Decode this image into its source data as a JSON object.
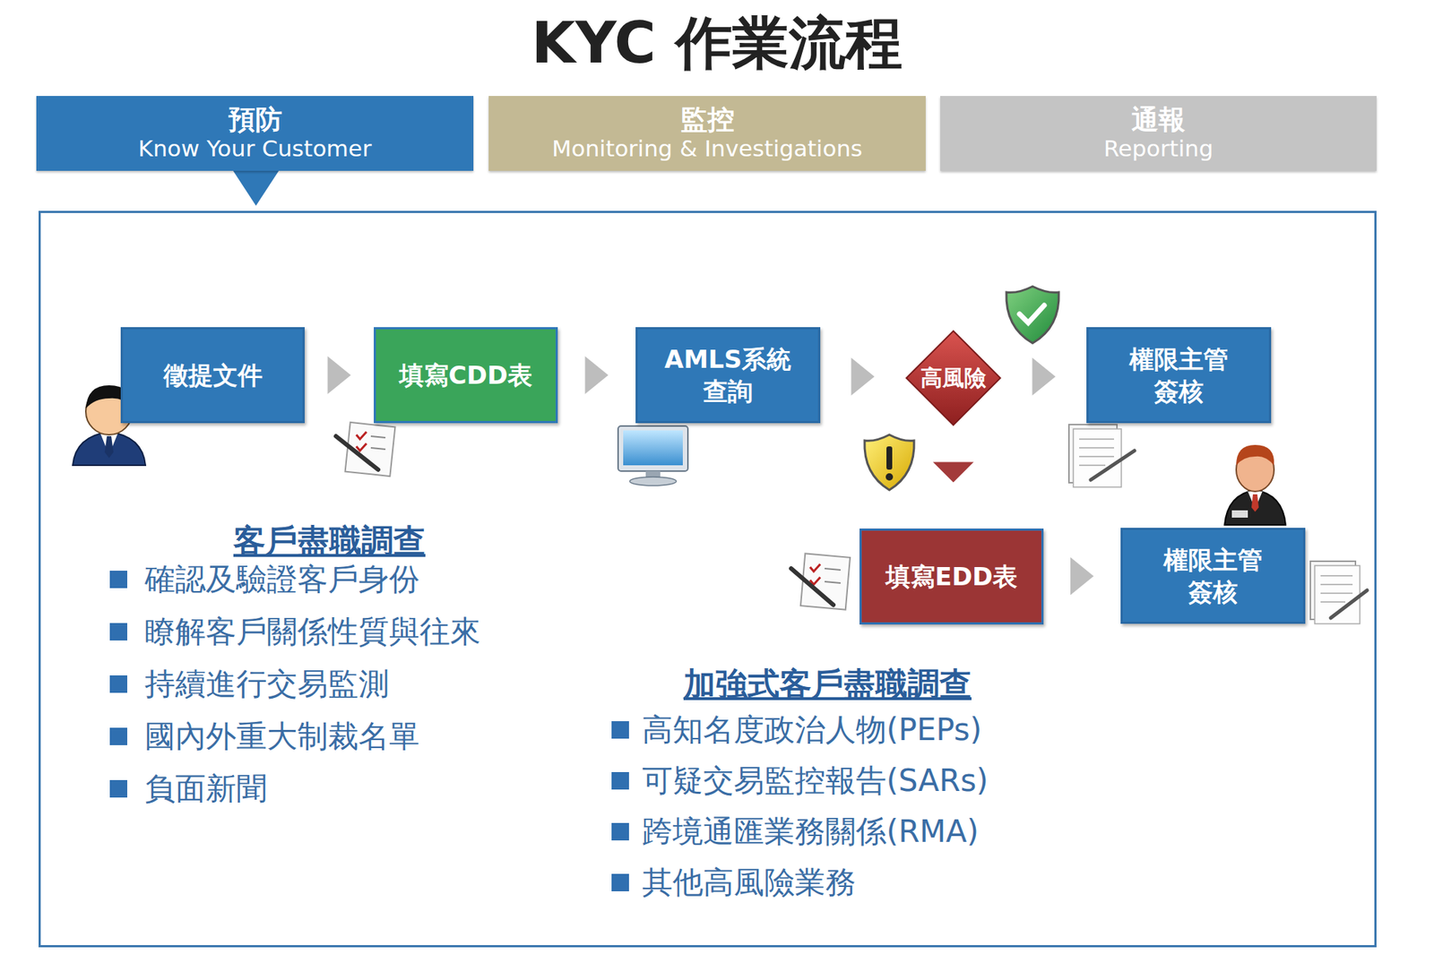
{
  "diagram": {
    "title": "KYC 作業流程",
    "nodes": [
      {
        "text": [
          "預防",
          "Know Your Customer"
        ]
      },
      {
        "text": [
          "監控",
          "Monitoring & Investigations"
        ]
      },
      {
        "text": [
          "通報",
          "Reporting"
        ]
      },
      {
        "text": [
          "客戶盡職調查",
          "確認及驗證客戶身份",
          "瞭解客戶關係性質與往來",
          "持續進行交易監測",
          "國內外重大制裁名單",
          "負面新聞"
        ]
      },
      {
        "text": [
          "徵提文件"
        ],
        "in": 3
      },
      {
        "text": [
          "填寫CDD表"
        ],
        "in": 3
      },
      {
        "text": [
          "AMLS系統 查詢"
        ]
      },
      {
        "text": [
          "高風險"
        ]
      },
      {
        "text": [
          "權限主管 簽核"
        ]
      },
      {
        "text": [
          "加強式客戶盡職調查",
          "高知名度政治人物(PEPs)",
          "可疑交易監控報告(SARs)",
          "跨境通匯業務關係(RMA)",
          "其他高風險業務"
        ]
      },
      {
        "text": [
          "填寫EDD表"
        ],
        "in": 9
      },
      {
        "text": [
          "權限主管 簽核"
        ]
      }
    ],
    "edges": [
      {
        "from": 4,
        "to": 5,
        "arrow": "to"
      },
      {
        "from": 5,
        "to": 6,
        "arrow": "to"
      },
      {
        "from": 6,
        "to": 7,
        "arrow": "to"
      },
      {
        "from": 7,
        "to": 8,
        "arrow": "to"
      },
      {
        "from": 7,
        "to": 10,
        "arrow": "to"
      },
      {
        "from": 10,
        "to": 11,
        "arrow": "to"
      }
    ]
  }
}
